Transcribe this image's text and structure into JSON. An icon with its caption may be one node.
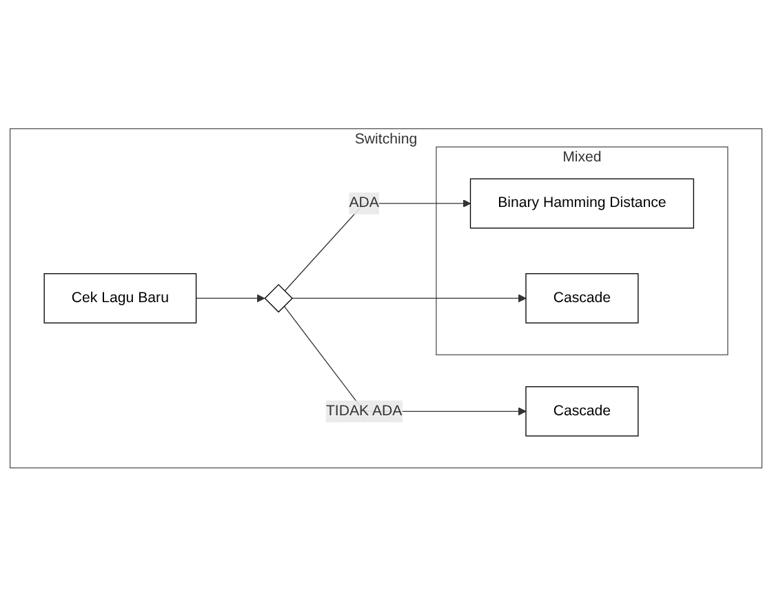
{
  "diagram": {
    "nodes": [
      {
        "text": [
          "Switching"
        ]
      },
      {
        "text": [
          "Mixed"
        ],
        "in": 0
      },
      {
        "text": [
          "Binary Hamming Distance"
        ],
        "in": 1
      },
      {
        "text": [
          "Cascade"
        ],
        "in": 1
      },
      {
        "text": [
          "Cek Lagu Baru"
        ],
        "in": 0
      },
      {
        "text": [],
        "shape": "diamond",
        "in": 0
      },
      {
        "text": [
          "Cascade"
        ],
        "in": 0
      }
    ],
    "edges": [
      {
        "from": 4,
        "to": 5,
        "arrow": "to"
      },
      {
        "from": 5,
        "to": 2,
        "arrow": "to",
        "label": "ADA"
      },
      {
        "from": 5,
        "to": 3,
        "arrow": "to"
      },
      {
        "from": 5,
        "to": 6,
        "arrow": "to",
        "label": "TIDAK ADA"
      }
    ]
  }
}
